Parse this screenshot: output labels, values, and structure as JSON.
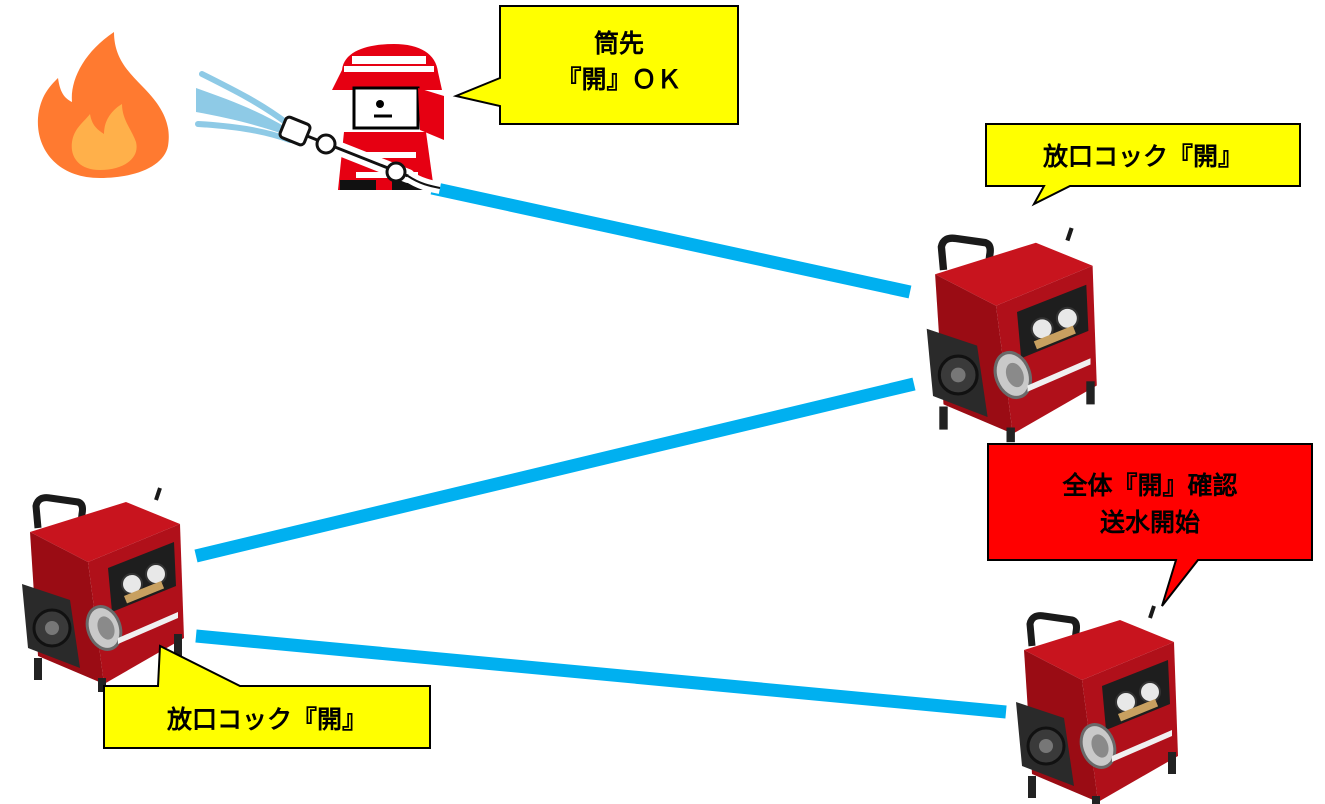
{
  "colors": {
    "hose": "#00b0f0",
    "callout_yellow": "#ffff00",
    "callout_red": "#ff0000",
    "callout_border": "#000000",
    "pump_red": "#c8141e",
    "pump_dark": "#2a2a2a",
    "flame_outer": "#ff7a30",
    "flame_inner": "#ffb04a",
    "firefighter_red": "#e60012",
    "water_spray": "#8ecae6"
  },
  "icons": {
    "fire": "fire-icon",
    "firefighter": "firefighter-nozzle-icon",
    "pump": "portable-fire-pump-icon"
  },
  "callouts": {
    "nozzle": {
      "line1": "筒先",
      "line2": "『開』ＯＫ"
    },
    "relay_pump": {
      "line1": "放口コック『開』"
    },
    "source_pump": {
      "line1": "全体『開』確認",
      "line2": "送水開始"
    },
    "left_pump": {
      "line1": "放口コック『開』"
    }
  }
}
